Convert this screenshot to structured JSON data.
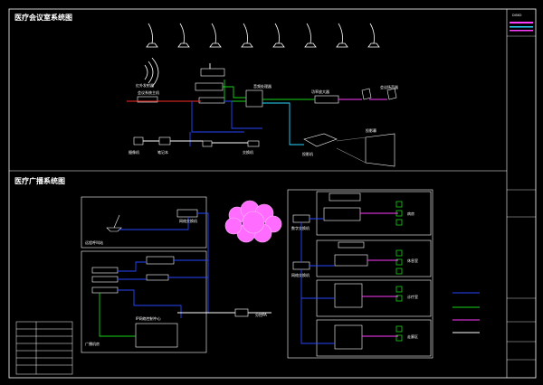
{
  "top_section": {
    "title": "医疗会议室系统图",
    "microphone_count": 8,
    "labels": {
      "wireless_transmitter": "红外发射器",
      "cable_left": "会议系统主机",
      "processor": "音频处理器",
      "audio_matrix": "功率放大器",
      "speaker_right": "会议扬声器",
      "camera": "摄像机",
      "laptop": "笔记本",
      "switch": "交换机",
      "screen": "投影幕",
      "projector": "投影机"
    }
  },
  "bottom_section": {
    "title": "医疗广播系统图",
    "cloud_label": "",
    "labels": {
      "paging_mic_area": "远程呼叫站",
      "network_switch": "网络交换机",
      "controller": "IP网络控制中心",
      "zone_left": "广播机房",
      "zone_splitter": "分控PA",
      "switch_a": "数字交换机",
      "switch_b": "网络交换机",
      "group_a": "病房",
      "group_b": "休息室",
      "group_c": "诊疗室",
      "group_d": "走廊区"
    }
  },
  "legend": {
    "items": [
      "",
      "",
      "",
      ""
    ]
  },
  "title_block": {
    "logo_text": "DISKO",
    "rows": [
      "",
      "",
      "",
      "",
      "",
      "",
      "",
      ""
    ]
  },
  "colors": {
    "frame": "#ffffff",
    "green": "#19d419",
    "blue": "#2746ff",
    "red": "#ff2a2a",
    "magenta": "#ff3cff",
    "cyan": "#2ad6ff",
    "cloud": "#ff6cff"
  }
}
